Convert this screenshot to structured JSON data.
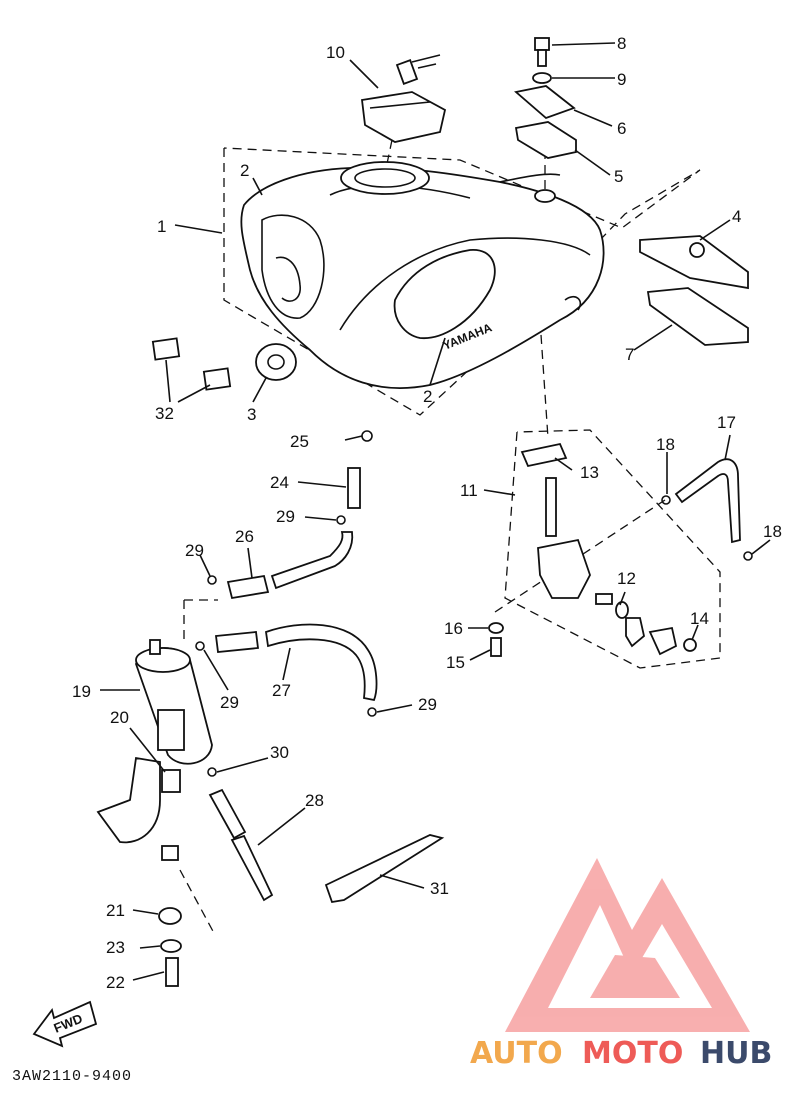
{
  "diagram_code": "3AW2110-9400",
  "brand": "YAMAHA",
  "fwd_label": "FWD",
  "watermark": {
    "words": [
      "AUTO",
      "MOTO",
      "HUB"
    ],
    "colors": {
      "auto": "#f2a84d",
      "moto": "#ee5b57",
      "hub": "#3b4a6b",
      "logo": "#f26d6d"
    }
  },
  "callouts": [
    "1",
    "2",
    "2",
    "3",
    "4",
    "5",
    "6",
    "7",
    "8",
    "9",
    "10",
    "11",
    "12",
    "13",
    "14",
    "15",
    "16",
    "17",
    "18",
    "18",
    "19",
    "20",
    "21",
    "22",
    "23",
    "24",
    "25",
    "26",
    "27",
    "28",
    "29",
    "29",
    "29",
    "29",
    "30",
    "31",
    "32"
  ]
}
